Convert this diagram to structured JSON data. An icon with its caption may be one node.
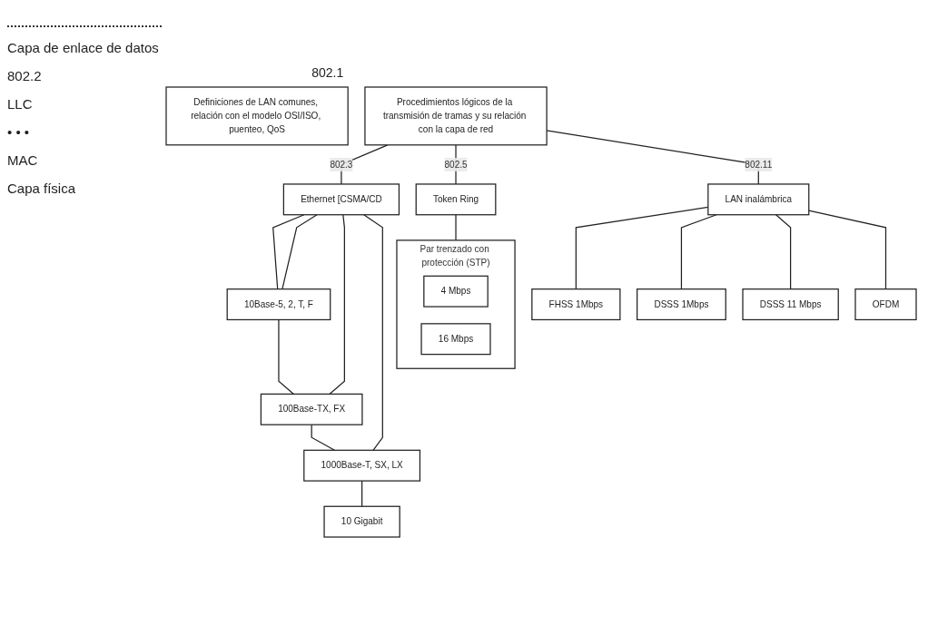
{
  "diagram": {
    "nodes": [
      {
        "text": [
          "Definiciones de LAN comunes, relación con el modelo OSI/ISO, puenteo, QoS"
        ],
        "beside": [
          "802.1"
        ]
      },
      {
        "text": [
          "Procedimientos lógicos de la transmisión de tramas y su relación con la capa de red"
        ]
      },
      {
        "text": [
          "Ethernet [CSMA/CD"
        ]
      },
      {
        "text": [
          "Token Ring"
        ]
      },
      {
        "text": [
          "LAN inalámbrica"
        ]
      },
      {
        "text": [
          "10Base-5, 2, T, F"
        ]
      },
      {
        "text": [
          "100Base-TX, FX"
        ]
      },
      {
        "text": [
          "1000Base-T, SX, LX"
        ]
      },
      {
        "text": [
          "10 Gigabit"
        ]
      },
      {
        "text": [
          "Par trenzado con protección (STP)"
        ]
      },
      {
        "text": [
          "4 Mbps"
        ],
        "in": 9
      },
      {
        "text": [
          "16 Mbps"
        ],
        "in": 9
      },
      {
        "text": [
          "FHSS 1Mbps"
        ]
      },
      {
        "text": [
          "DSSS 1Mbps"
        ]
      },
      {
        "text": [
          "DSSS 11 Mbps"
        ]
      },
      {
        "text": [
          "OFDM"
        ]
      }
    ],
    "edges": [
      {
        "from": 1,
        "to": 2,
        "arrow": "none",
        "label": "802.3"
      },
      {
        "from": 1,
        "to": 3,
        "arrow": "none",
        "label": "802.5"
      },
      {
        "from": 1,
        "to": 4,
        "arrow": "none",
        "label": "802.11"
      },
      {
        "from": 2,
        "to": 5,
        "arrow": "none"
      },
      {
        "from": 2,
        "to": 5,
        "arrow": "none"
      },
      {
        "from": 2,
        "to": 6,
        "arrow": "none"
      },
      {
        "from": 2,
        "to": 7,
        "arrow": "none"
      },
      {
        "from": 5,
        "to": 6,
        "arrow": "none"
      },
      {
        "from": 6,
        "to": 7,
        "arrow": "none"
      },
      {
        "from": 7,
        "to": 8,
        "arrow": "none"
      },
      {
        "from": 3,
        "to": 9,
        "arrow": "none"
      },
      {
        "from": 4,
        "to": 12,
        "arrow": "none"
      },
      {
        "from": 4,
        "to": 13,
        "arrow": "none"
      },
      {
        "from": 4,
        "to": 14,
        "arrow": "none"
      },
      {
        "from": 4,
        "to": 15,
        "arrow": "none"
      }
    ],
    "labels": [
      "Capa de enlace de datos",
      "802.2",
      "LLC",
      "• • •",
      "MAC",
      "Capa física"
    ]
  }
}
